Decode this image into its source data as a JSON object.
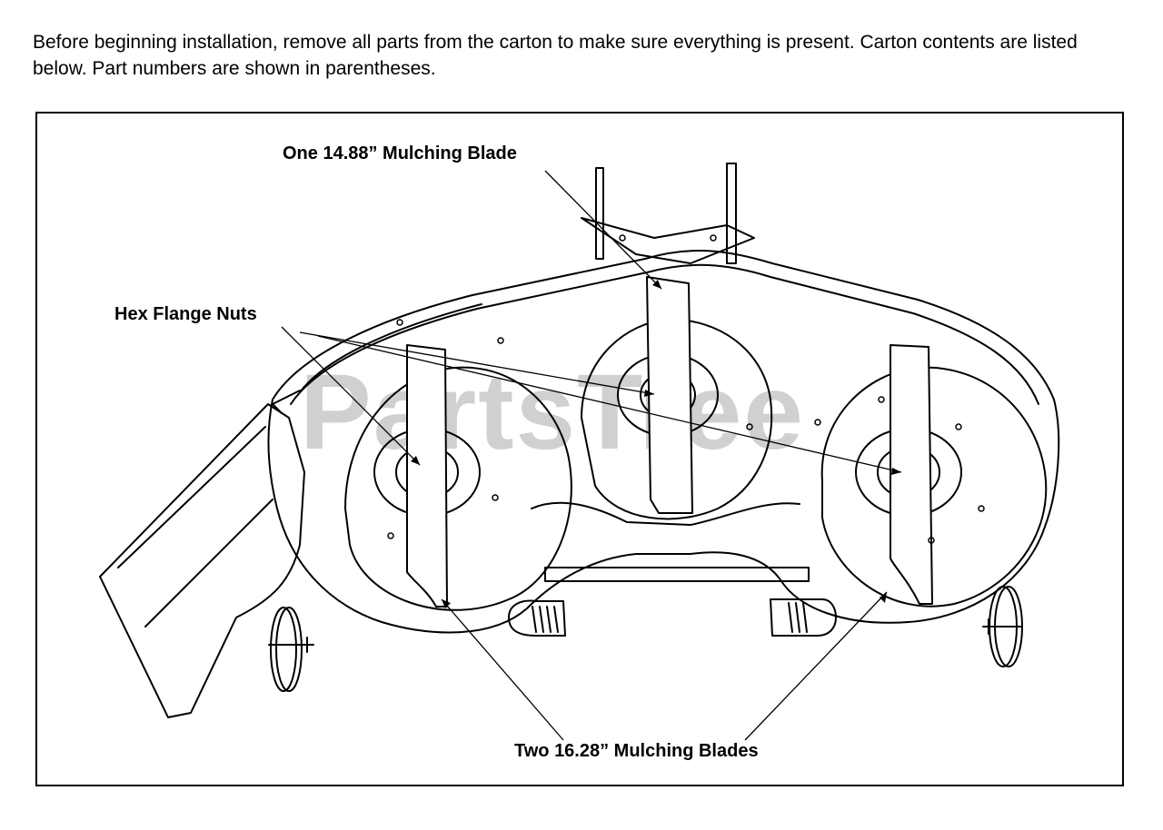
{
  "intro_text": "Before beginning installation, remove all parts from the carton to make sure everything is present. Carton contents are listed below. Part numbers are shown in parentheses.",
  "labels": {
    "center_blade": "One 14.88” Mulching Blade",
    "hex_nuts": "Hex Flange Nuts",
    "side_blades": "Two 16.28” Mulching Blades"
  },
  "watermark": "PartsTree"
}
